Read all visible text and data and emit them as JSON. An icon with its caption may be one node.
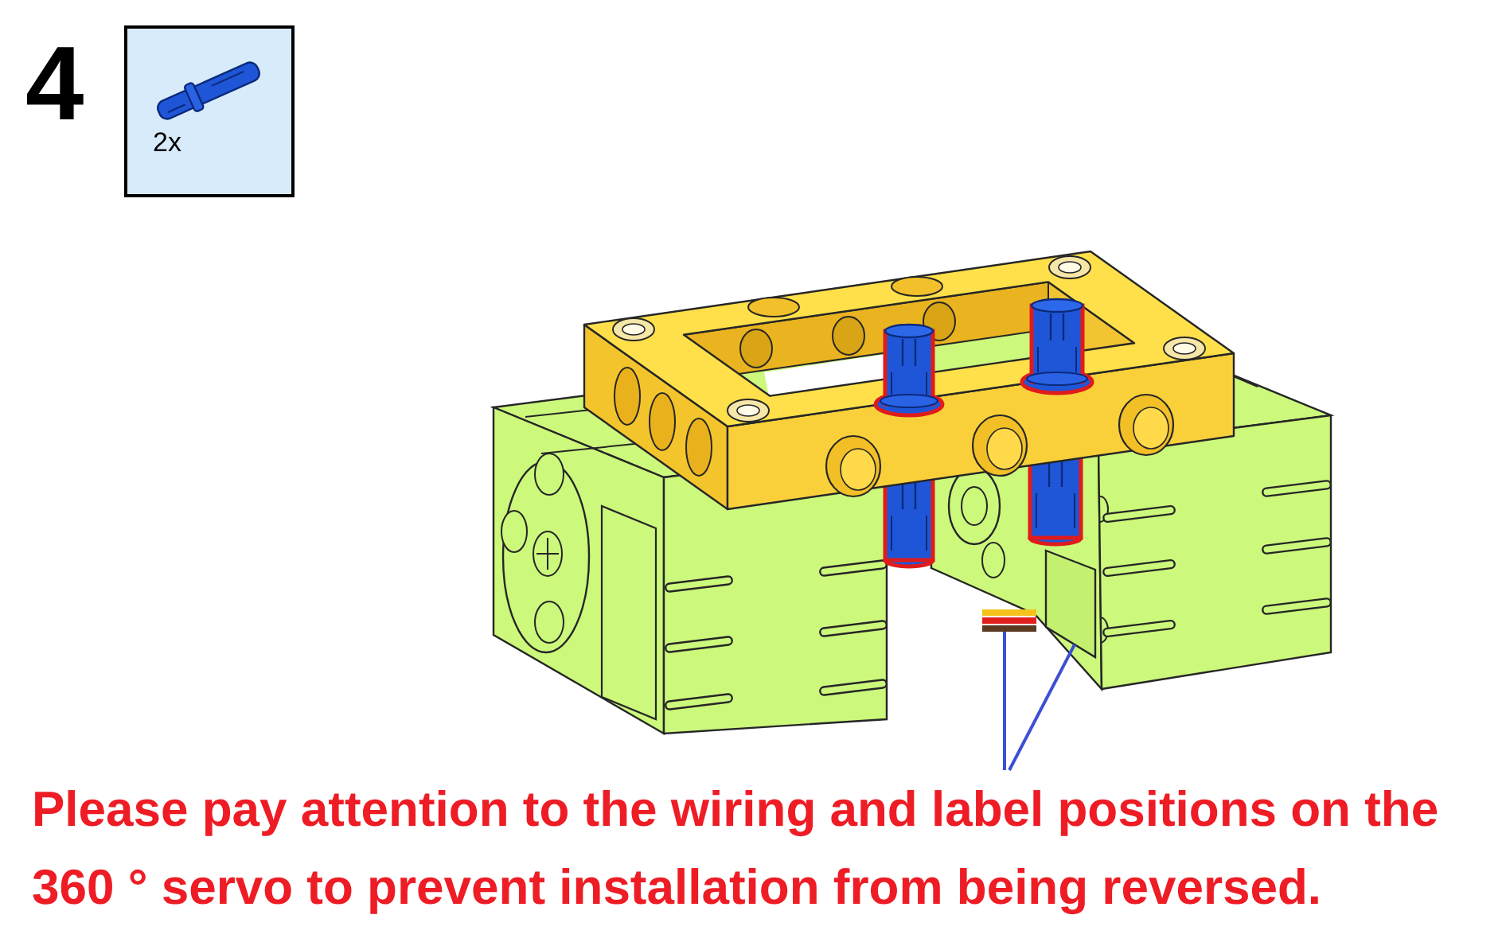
{
  "diagram": {
    "nodes": [
      {
        "text": [
          "2x"
        ]
      },
      {
        "text": [
          "Please pay attention to the wiring and label positions on the 360 ° servo to prevent installation from being reversed."
        ]
      },
      {
        "text": [],
        "shape": "wire"
      },
      {
        "text": [],
        "shape": "panel"
      }
    ],
    "edges": [
      {
        "from": 1,
        "to": 2,
        "arrow": "none"
      },
      {
        "from": 1,
        "to": 3,
        "arrow": "none"
      }
    ],
    "labels": [
      "4"
    ]
  }
}
